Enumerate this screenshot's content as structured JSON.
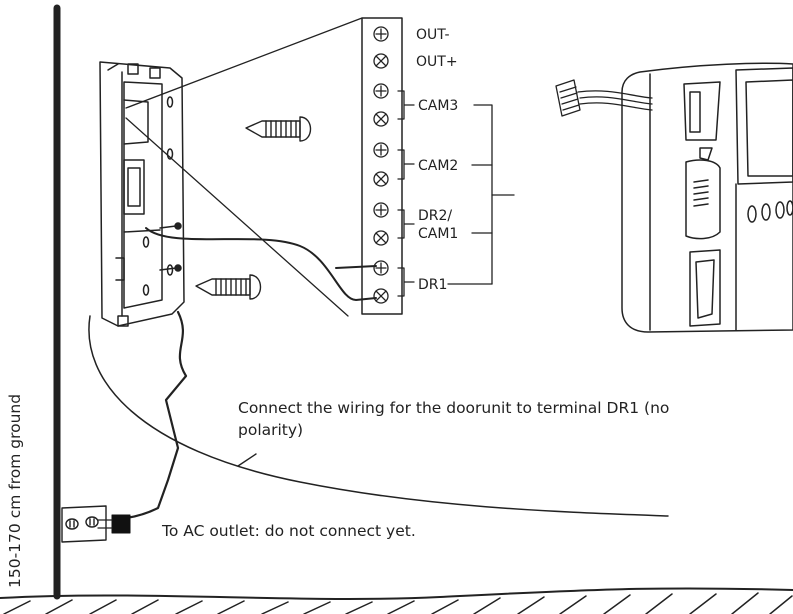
{
  "terminals": {
    "out_minus": "OUT-",
    "out_plus": "OUT+",
    "cam3": "CAM3",
    "cam2": "CAM2",
    "dr2_cam1_line1": "DR2/",
    "dr2_cam1_line2": "CAM1",
    "dr1": "DR1"
  },
  "notes": {
    "wiring_line1": "Connect the wiring for the doorunit to terminal DR1 (no",
    "wiring_line2": "polarity)",
    "ac_outlet": "To AC outlet: do not connect yet.",
    "height": "150-170 cm from ground"
  }
}
